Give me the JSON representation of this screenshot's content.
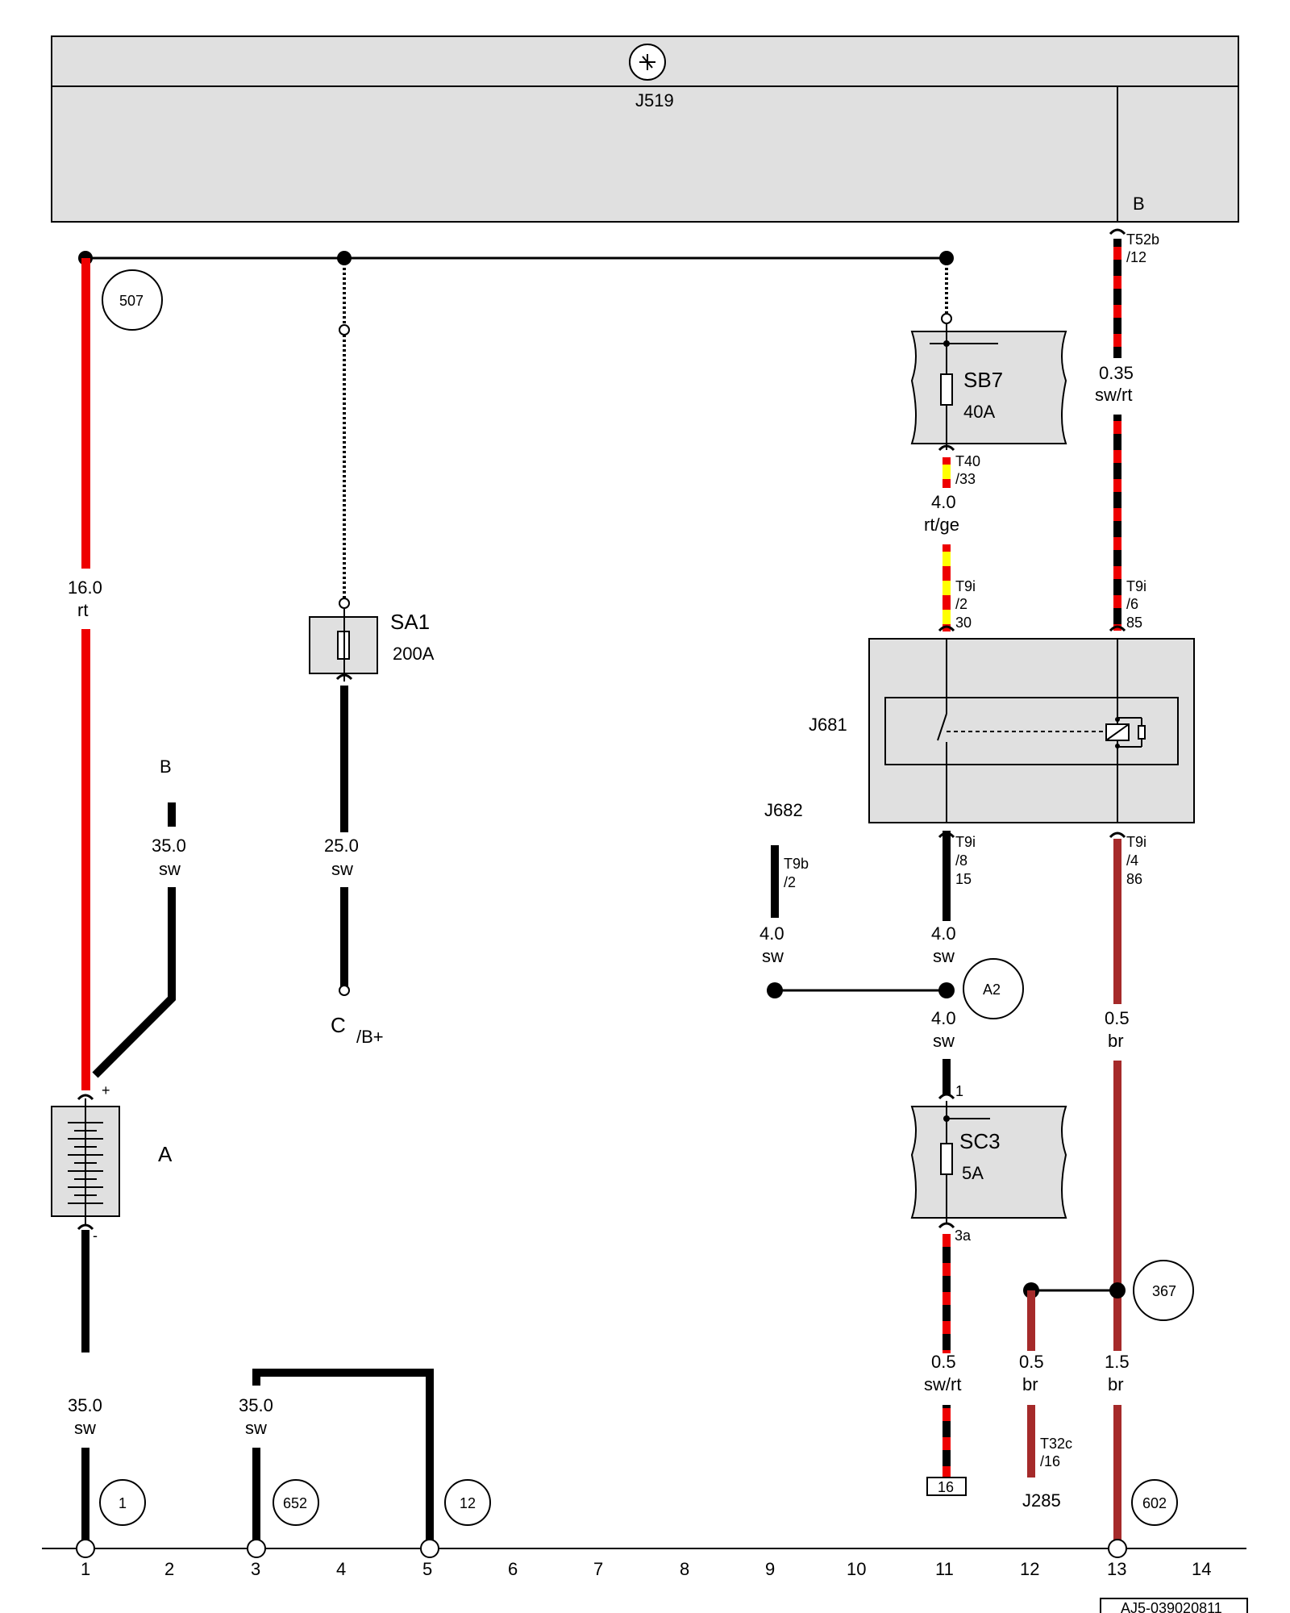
{
  "control_unit": {
    "name": "J519",
    "pin": "B"
  },
  "wires": [
    {
      "size": "16.0",
      "color": "rt"
    },
    {
      "size": "35.0",
      "color": "sw"
    },
    {
      "size": "25.0",
      "color": "sw"
    },
    {
      "size": "4.0",
      "color": "rt/ge"
    },
    {
      "size": "0.35",
      "color": "sw/rt"
    },
    {
      "size": "4.0",
      "color": "sw"
    },
    {
      "size": "4.0",
      "color": "sw"
    },
    {
      "size": "4.0",
      "color": "sw"
    },
    {
      "size": "0.5",
      "color": "br"
    },
    {
      "size": "0.5",
      "color": "sw/rt"
    },
    {
      "size": "0.5",
      "color": "br"
    },
    {
      "size": "1.5",
      "color": "br"
    },
    {
      "size": "35.0",
      "color": "sw"
    },
    {
      "size": "35.0",
      "color": "sw"
    }
  ],
  "components": {
    "battery": {
      "name": "A",
      "plus": "+",
      "minus": "-"
    },
    "sa1": {
      "name": "SA1",
      "rating": "200A"
    },
    "sb7": {
      "name": "SB7",
      "rating": "40A"
    },
    "sc3": {
      "name": "SC3",
      "rating": "5A"
    },
    "j681": {
      "name": "J681"
    },
    "j682": {
      "name": "J682"
    },
    "j285": {
      "name": "J285"
    }
  },
  "connectors": {
    "t52b": [
      "T52b",
      "/12"
    ],
    "t40": [
      "T40",
      "/33"
    ],
    "t9i_2": [
      "T9i",
      "/2",
      "30"
    ],
    "t9i_6": [
      "T9i",
      "/6",
      "85"
    ],
    "t9i_8": [
      "T9i",
      "/8",
      "15"
    ],
    "t9i_4": [
      "T9i",
      "/4",
      "86"
    ],
    "t9b": [
      "T9b",
      "/2"
    ],
    "t32c": [
      "T32c",
      "/16"
    ],
    "sc3_in": "1",
    "sc3_out": "3a",
    "box16": "16"
  },
  "refs": {
    "b": "B",
    "c": "C",
    "c_sub": "/B+",
    "r507": "507",
    "ra2": "A2",
    "r367": "367",
    "r1": "1",
    "r652": "652",
    "r12": "12",
    "r602": "602"
  },
  "tracks": [
    "1",
    "2",
    "3",
    "4",
    "5",
    "6",
    "7",
    "8",
    "9",
    "10",
    "11",
    "12",
    "13",
    "14"
  ],
  "doc_id": "AJ5-039020811"
}
